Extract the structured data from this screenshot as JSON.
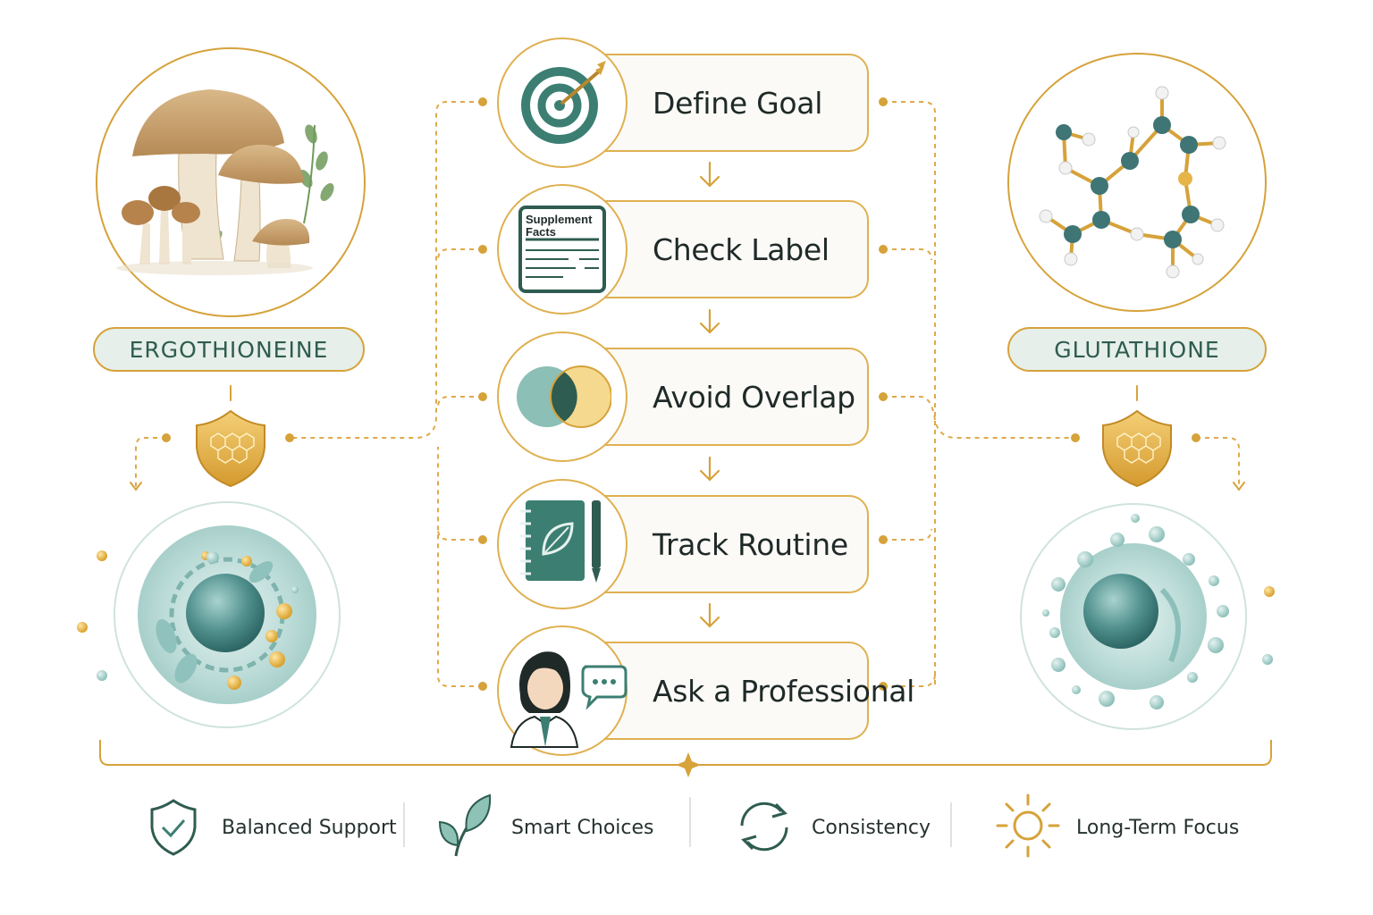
{
  "colors": {
    "gold": "#d6a23a",
    "teal": "#3c7f72",
    "dark_teal": "#2f5c50",
    "pill_bg": "#e6efea"
  },
  "left": {
    "label": "ERGOTHIONEINE"
  },
  "right": {
    "label": "GLUTATHIONE"
  },
  "steps": [
    {
      "label": "Define Goal",
      "icon": "target-icon"
    },
    {
      "label": "Check Label",
      "icon": "supplement-facts-icon",
      "icon_text_1": "Supplement",
      "icon_text_2": "Facts"
    },
    {
      "label": "Avoid Overlap",
      "icon": "venn-diagram-icon"
    },
    {
      "label": "Track Routine",
      "icon": "notebook-icon"
    },
    {
      "label": "Ask a Professional",
      "icon": "professional-chat-icon"
    }
  ],
  "footer": [
    {
      "label": "Balanced Support",
      "icon": "shield-check-icon"
    },
    {
      "label": "Smart Choices",
      "icon": "leaf-icon"
    },
    {
      "label": "Consistency",
      "icon": "cycle-arrows-icon"
    },
    {
      "label": "Long-Term Focus",
      "icon": "sun-icon"
    }
  ]
}
